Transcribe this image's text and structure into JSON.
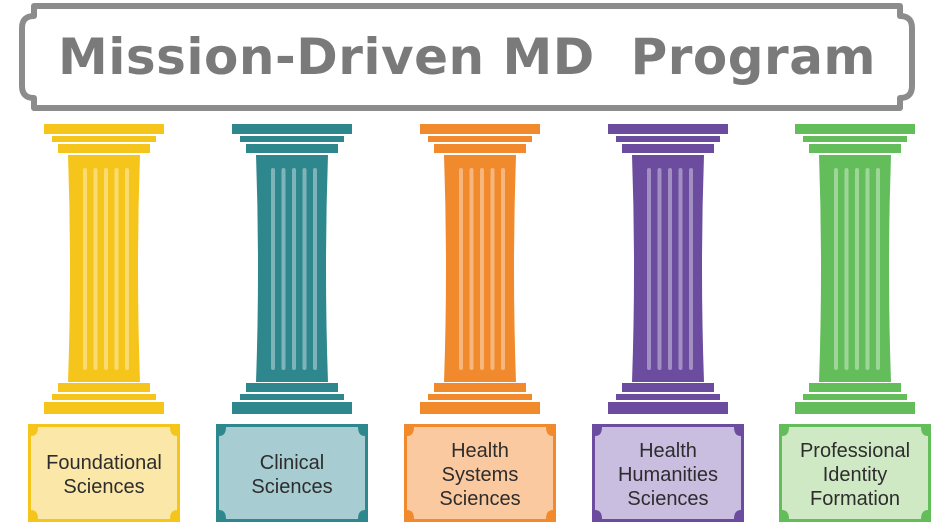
{
  "banner": {
    "title": "Mission-Driven MD  Program",
    "border_color": "#8c8c8c"
  },
  "pillars": [
    {
      "label": "Foundational\nSciences",
      "color": "#f6c51c",
      "base_fill": "#fbe7a8"
    },
    {
      "label": "Clinical\nSciences",
      "color": "#2f878e",
      "base_fill": "#a7ccd1"
    },
    {
      "label": "Health\nSystems\nSciences",
      "color": "#f08a2c",
      "base_fill": "#fbc9a0"
    },
    {
      "label": "Health\nHumanities\nSciences",
      "color": "#6b4c9e",
      "base_fill": "#c9bde0"
    },
    {
      "label": "Professional\nIdentity\nFormation",
      "color": "#62bd5a",
      "base_fill": "#cfe9c5"
    }
  ]
}
